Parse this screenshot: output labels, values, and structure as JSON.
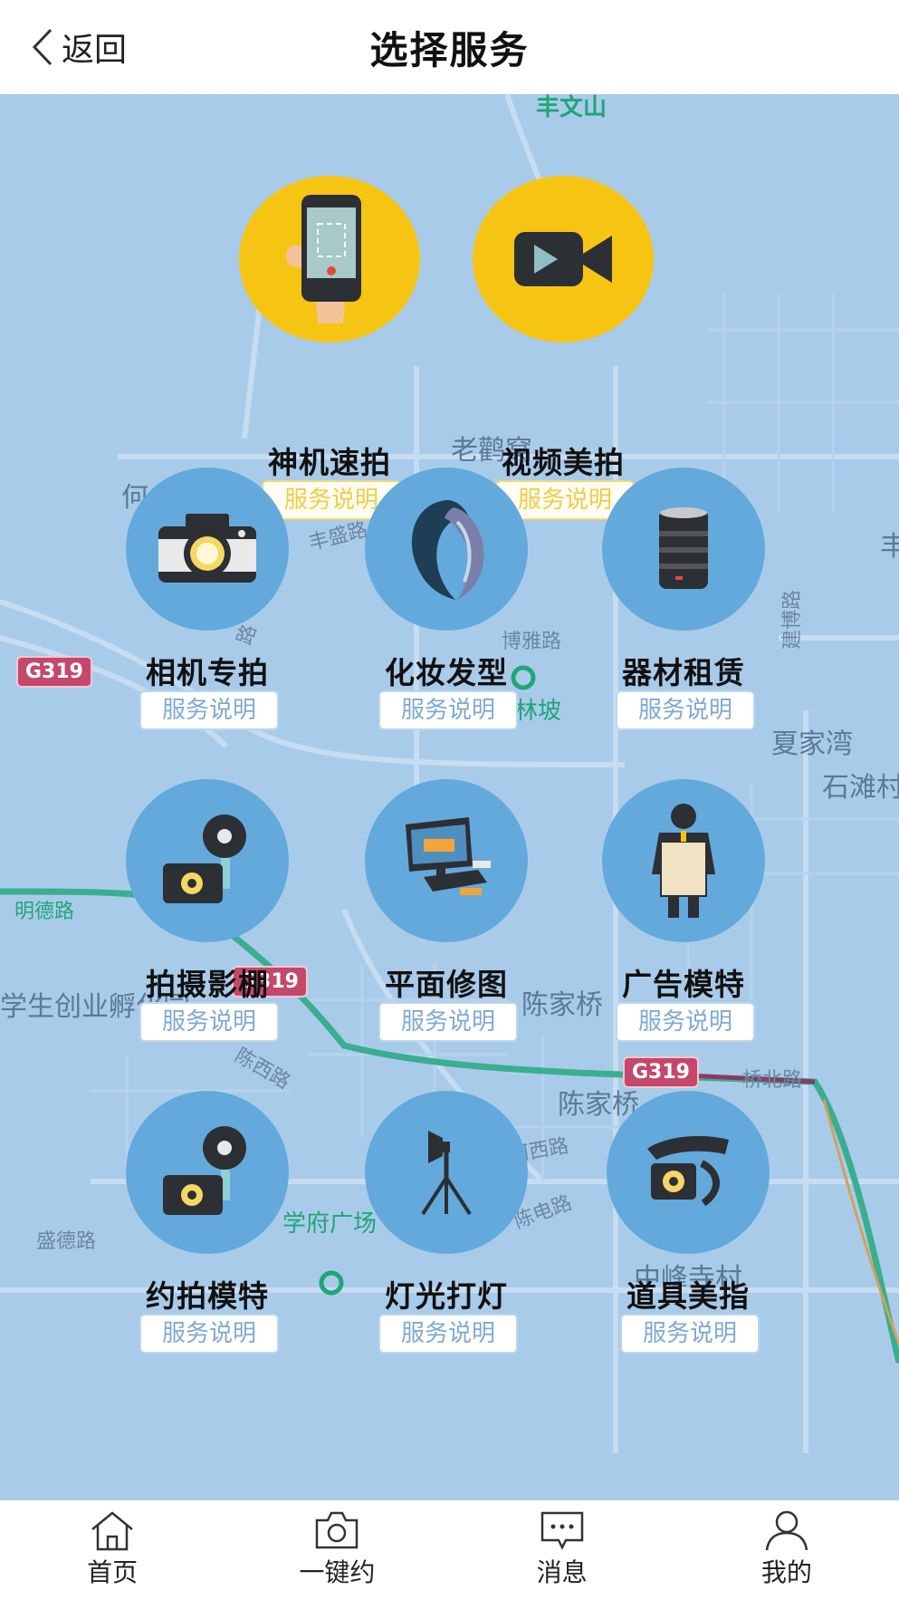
{
  "header": {
    "back_label": "返回",
    "title": "选择服务"
  },
  "map_labels": {
    "l1": "丰文山",
    "l2": "老鹳窝",
    "l3": "何",
    "l4": "丰盛路",
    "l5": "路",
    "l6": "博雅路",
    "l7": "林坡",
    "l8": "建博路",
    "l9": "夏家湾",
    "l10": "石滩村",
    "l11": "明德路",
    "l12": "学生创业孵化园",
    "l13": "陈西路",
    "l14": "陈家桥",
    "l15": "陈家桥",
    "l16": "桥北路",
    "l17": "河西路",
    "l18": "陈电路",
    "l19": "学府广场",
    "l20": "盛德路",
    "l21": "中峰寺村",
    "l22": "丰",
    "badge1": "G319",
    "badge2": "G319",
    "badge3": "G319"
  },
  "services": {
    "s1": {
      "name": "神机速拍",
      "desc": "服务说明",
      "icon": "phone-camera-icon"
    },
    "s2": {
      "name": "视频美拍",
      "desc": "服务说明",
      "icon": "video-camera-icon"
    },
    "s3": {
      "name": "相机专拍",
      "desc": "服务说明",
      "icon": "camera-icon"
    },
    "s4": {
      "name": "化妆发型",
      "desc": "服务说明",
      "icon": "hairstyle-icon"
    },
    "s5": {
      "name": "器材租赁",
      "desc": "服务说明",
      "icon": "lens-icon"
    },
    "s6": {
      "name": "拍摄影棚",
      "desc": "服务说明",
      "icon": "studio-camera-icon"
    },
    "s7": {
      "name": "平面修图",
      "desc": "服务说明",
      "icon": "computer-icon"
    },
    "s8": {
      "name": "广告模特",
      "desc": "服务说明",
      "icon": "model-sign-icon"
    },
    "s9": {
      "name": "约拍模特",
      "desc": "服务说明",
      "icon": "studio-camera-icon"
    },
    "s10": {
      "name": "灯光打灯",
      "desc": "服务说明",
      "icon": "tripod-light-icon"
    },
    "s11": {
      "name": "道具美指",
      "desc": "服务说明",
      "icon": "camera-prop-icon"
    }
  },
  "tabbar": {
    "home": "首页",
    "book": "一键约",
    "messages": "消息",
    "mine": "我的"
  },
  "colors": {
    "map_bg": "#a9cbea",
    "circle_blue": "#63a9dc",
    "circle_gold": "#f6c514",
    "route": "#c3486a",
    "road_green": "#3aae8e"
  }
}
